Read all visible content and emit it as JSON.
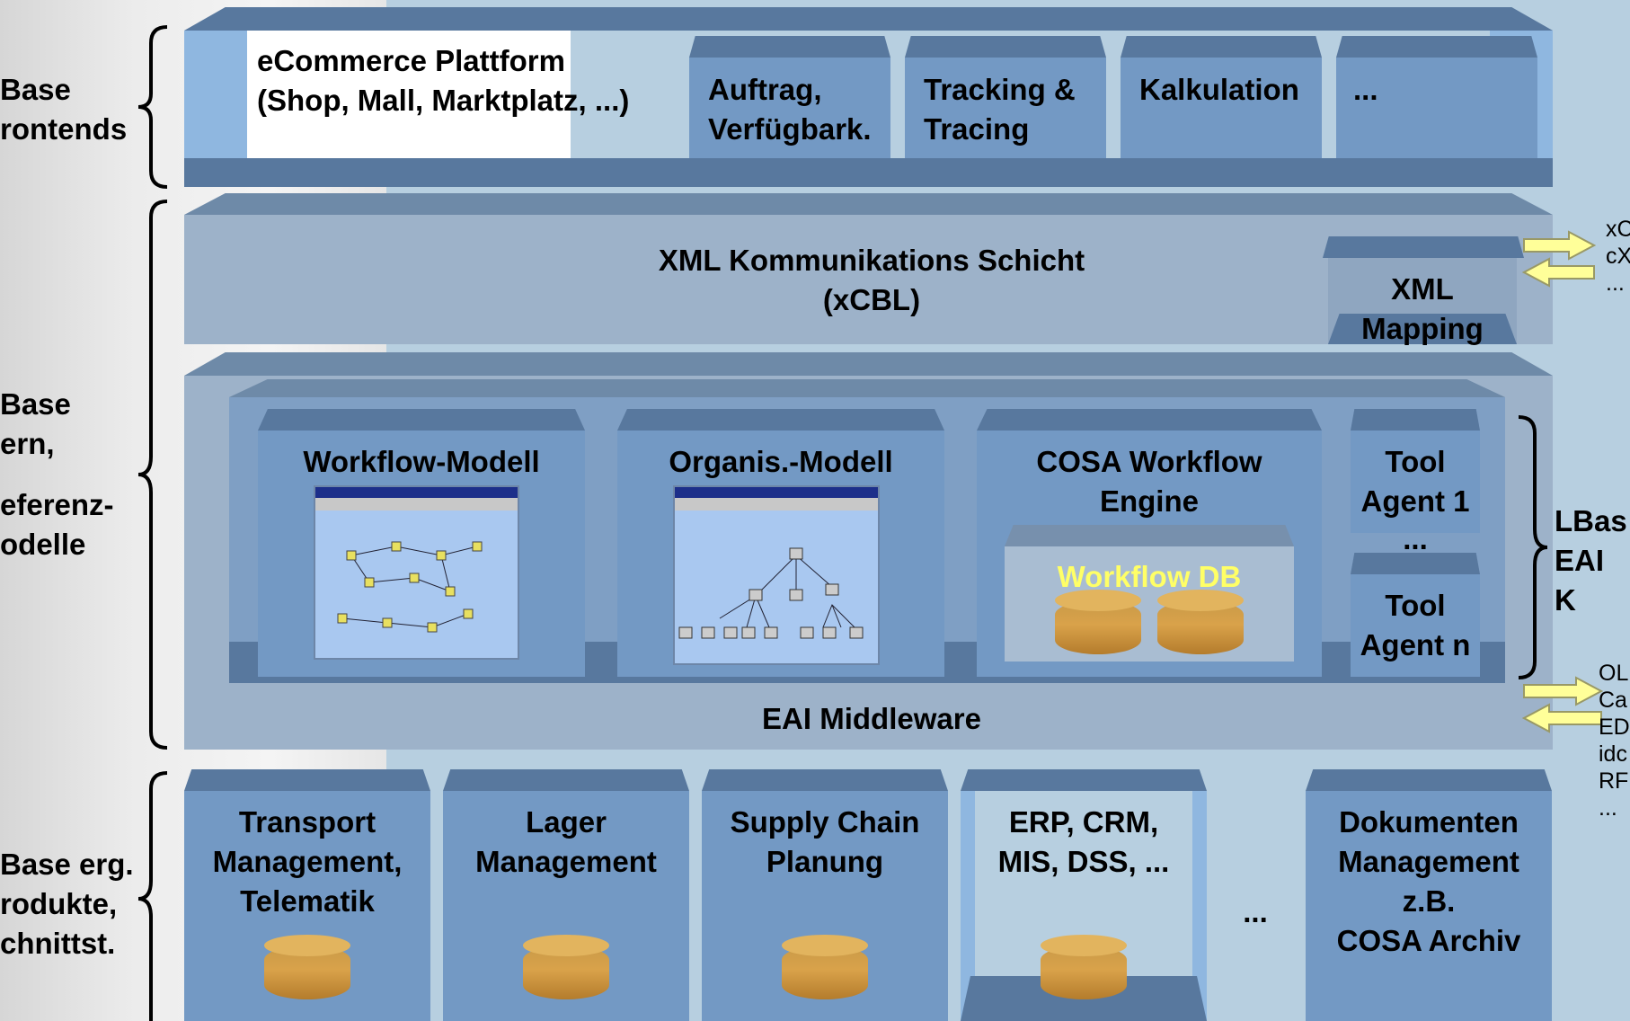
{
  "left_labels": {
    "frontends": "Base\nrontends",
    "models": "Base\nern,",
    "models2": "eferenz-\nodelle",
    "products": "Base erg.\nrodukte,\nchnittst."
  },
  "top_layer": {
    "platform": "eCommerce Plattform\n(Shop, Mall, Marktplatz, ...)",
    "modules": [
      "Auftrag,\nVerfügbark.",
      "Tracking &\nTracing",
      "Kalkulation",
      "..."
    ]
  },
  "xml_layer": {
    "title": "XML Kommunikations Schicht\n(xCBL)",
    "mapping": "XML\nMapping",
    "formats": "xC\ncX\n..."
  },
  "eai_layer": {
    "workflow_model": "Workflow-Modell",
    "org_model": "Organis.-Modell",
    "cosa_engine": "COSA Workflow\nEngine",
    "workflow_db": "Workflow DB",
    "tool_agent_1": "Tool\nAgent 1",
    "tool_ellipsis": "...",
    "tool_agent_n": "Tool\nAgent n",
    "middleware": "EAI Middleware",
    "right_label": "LBas\nEAI K",
    "interfaces": "OL\nCa\nED\nidc\nRF\n..."
  },
  "bottom_layer": {
    "modules": [
      "Transport\nManagement,\nTelematik",
      "Lager\nManagement",
      "Supply Chain\nPlanung",
      "ERP, CRM,\nMIS, DSS, ...",
      "...",
      "Dokumenten\nManagement\nz.B.\nCOSA Archiv"
    ]
  },
  "colors": {
    "background": "#b7cfe0",
    "box": "#7399c4",
    "box_top": "#58789e",
    "layer_wall": "#8fb7e0",
    "database": "#d9a24a",
    "arrow": "#ffff99",
    "workflow_db_text": "#ffff66"
  }
}
